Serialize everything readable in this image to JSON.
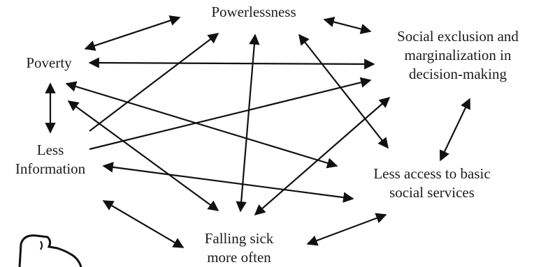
{
  "diagram": {
    "nodes": {
      "powerlessness": {
        "lines": [
          "Powerlessness"
        ]
      },
      "poverty": {
        "lines": [
          "Poverty"
        ]
      },
      "social_exclusion": {
        "lines": [
          "Social exclusion and",
          "marginalization in",
          "decision-making"
        ]
      },
      "less_information": {
        "lines": [
          "Less",
          "Information"
        ]
      },
      "less_access": {
        "lines": [
          "Less access to basic",
          "social services"
        ]
      },
      "falling_sick": {
        "lines": [
          "Falling sick",
          "more often"
        ]
      }
    },
    "connections": [
      {
        "from": "poverty",
        "to": "powerlessness",
        "direction": "both"
      },
      {
        "from": "powerlessness",
        "to": "social_exclusion",
        "direction": "both"
      },
      {
        "from": "poverty",
        "to": "social_exclusion",
        "direction": "both"
      },
      {
        "from": "poverty",
        "to": "less_information",
        "direction": "both"
      },
      {
        "from": "poverty",
        "to": "less_access",
        "direction": "both"
      },
      {
        "from": "poverty",
        "to": "falling_sick",
        "direction": "both"
      },
      {
        "from": "less_information",
        "to": "powerlessness",
        "direction": "forward"
      },
      {
        "from": "less_information",
        "to": "social_exclusion",
        "direction": "forward"
      },
      {
        "from": "less_information",
        "to": "less_access",
        "direction": "both"
      },
      {
        "from": "less_information",
        "to": "falling_sick",
        "direction": "both"
      },
      {
        "from": "falling_sick",
        "to": "powerlessness",
        "direction": "both"
      },
      {
        "from": "falling_sick",
        "to": "social_exclusion",
        "direction": "both"
      },
      {
        "from": "falling_sick",
        "to": "less_access",
        "direction": "both"
      },
      {
        "from": "powerlessness",
        "to": "less_access",
        "direction": "both"
      },
      {
        "from": "social_exclusion",
        "to": "less_access",
        "direction": "both"
      }
    ]
  }
}
